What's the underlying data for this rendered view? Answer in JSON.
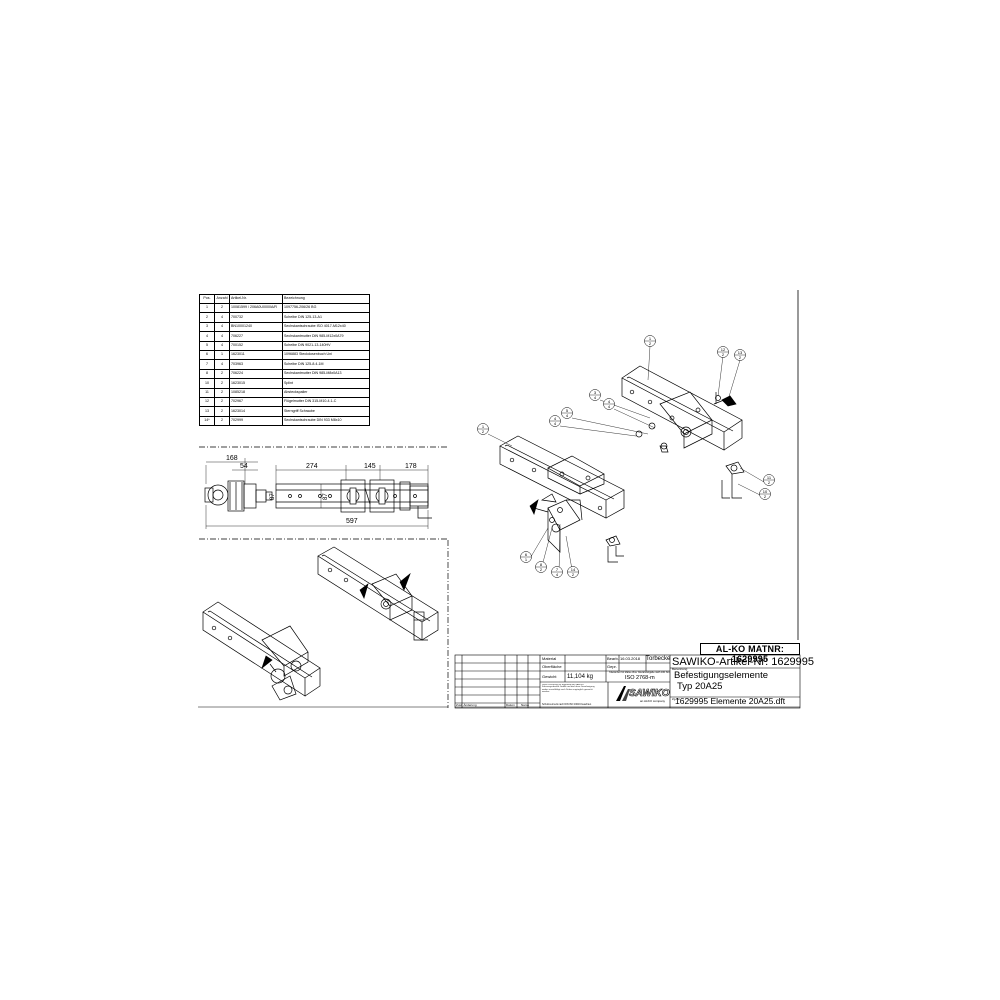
{
  "parts_table": {
    "headers": [
      "Pos.",
      "Anzahl",
      "Artikel-Nr.",
      "Bezeichnung"
    ],
    "rows": [
      [
        "1",
        "2",
        "10081599 / 206A0U0000A/R",
        "1097756-206/26 BG"
      ],
      [
        "2",
        "4",
        "700732",
        "Scheibe DIN 125-13-A1"
      ],
      [
        "3",
        "4",
        "BN10001240",
        "Sechskantschraube ISO 4017-M12x40"
      ],
      [
        "4",
        "4",
        "706227",
        "Sechskantmutter DIN 985-M12x0A79"
      ],
      [
        "5",
        "4",
        "700152",
        "Scheibe DIN 9021-13-140HV"
      ],
      [
        "6",
        "1",
        "1623011",
        "1096883 Steckdosenbuch Uni"
      ],
      [
        "7",
        "4",
        "703963",
        "Scheibe DIN 125-8.4-1M"
      ],
      [
        "8",
        "2",
        "706224",
        "Sechskantmutter DIN 985-M8x0A13"
      ],
      [
        "10",
        "2",
        "1623015",
        "Splint"
      ],
      [
        "11",
        "2",
        "1085218",
        "Absteckspalier"
      ],
      [
        "12",
        "2",
        "702967",
        "Flügelmutter DIN 315-M10-4.1-C"
      ],
      [
        "13",
        "2",
        "1623014",
        "Sterngriff Schraube"
      ],
      [
        "14*",
        "2",
        "702999",
        "Sechskantschraube DIN 933 M8x10"
      ]
    ]
  },
  "dimensions": {
    "d168": "168",
    "d54": "54",
    "d274": "274",
    "d145": "145",
    "d178": "178",
    "d597": "597",
    "d87a": "87",
    "d87b": "87"
  },
  "balloons": [
    {
      "num": "1",
      "qty": "2"
    },
    {
      "num": "1",
      "qty": "2"
    },
    {
      "num": "3",
      "qty": "4"
    },
    {
      "num": "4",
      "qty": "4"
    },
    {
      "num": "5",
      "qty": "4"
    },
    {
      "num": "4",
      "qty": "4"
    },
    {
      "num": "12",
      "qty": "2"
    },
    {
      "num": "13",
      "qty": "2"
    },
    {
      "num": "11",
      "qty": "2"
    },
    {
      "num": "10",
      "qty": "2"
    },
    {
      "num": "6",
      "qty": "1"
    },
    {
      "num": "8",
      "qty": "2"
    },
    {
      "num": "7",
      "qty": "4"
    },
    {
      "num": "14",
      "qty": "2"
    }
  ],
  "matnr": "AL-KO MATNR: 1629995",
  "title_block": {
    "material_label": "Material",
    "oberflaeche_label": "Oberfläche",
    "gewicht_label": "Gewicht",
    "gewicht_value": "11,104 kg",
    "bearb_label": "Bearb.",
    "bearb_date": "16.03.2018",
    "bearb_name": "Torbecke",
    "gepr_label": "Gepr.",
    "norm_label": "ISO 2768-m",
    "norm_caption": "Toleranzen für Maße ohne Toleranzangabe nach DIN ISO",
    "artikel": "SAWIKO-Artikel-Nr: 1629995",
    "benennung_label": "Benennung",
    "title1": "Befestigungselemente",
    "title2": "Typ 20A25",
    "file_label": "Zg.-Nr.",
    "file": "1629995 Elemente 20A25.dft",
    "logo_text": "SAWIKO",
    "logo_sub": "an ALKO company",
    "rev_label": "Zust. Änderung",
    "datum_label": "Datum",
    "name_label": "Name",
    "copyright": "Schutzvermerk nach DIN ISO 16016 beachten",
    "note": "Diese Zeichnung ist Eigentum der SAWIKO Fahrzeugzubehör GmbH und darf ohne Genehmigung weder vervielfältigt noch Dritten zugänglich gemacht werden."
  },
  "colors": {
    "line": "#000000",
    "hatch": "#555555"
  }
}
